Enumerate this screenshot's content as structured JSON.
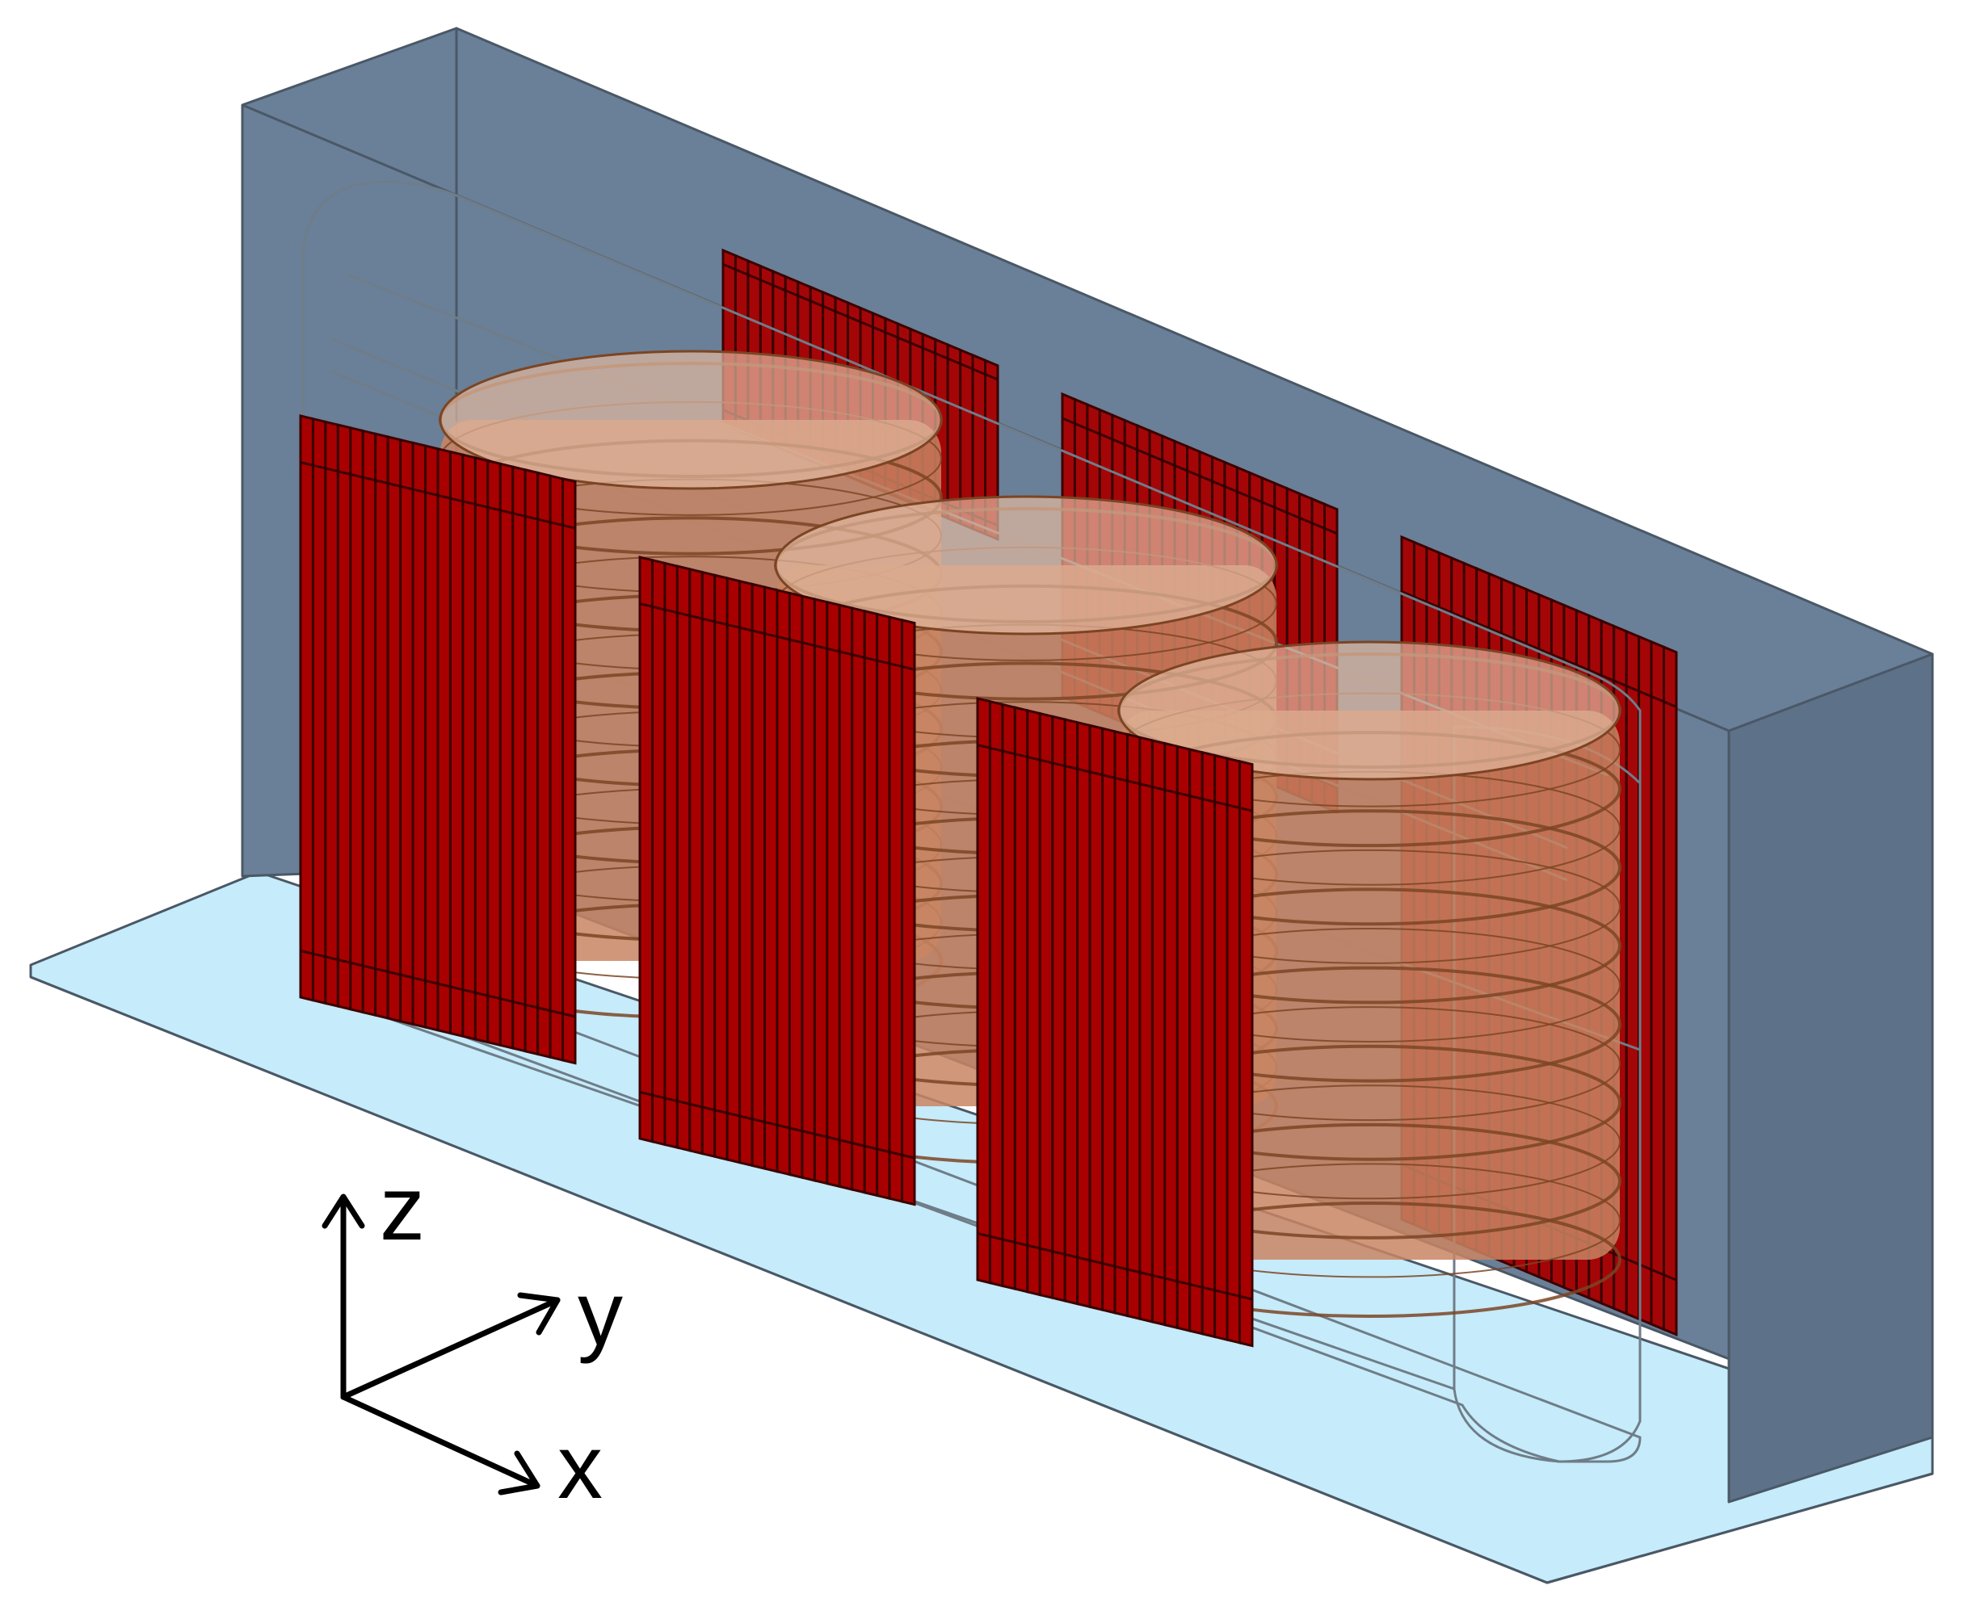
{
  "axes": {
    "z": "z",
    "y": "y",
    "x": "x"
  },
  "colors": {
    "tank_wall": "#6a7f98",
    "tank_side": "#5d7189",
    "tank_edge": "#4a5866",
    "base_plate": "#c6ebfa",
    "shield_bar": "#a80000",
    "shield_outline": "#3a0000",
    "winding": "#c98563",
    "winding_dark": "#7b4524",
    "core_glass": "#d3dde6",
    "axis_arrow": "#000000"
  },
  "elements": {
    "wall_shields": 3,
    "front_shields": 3,
    "windings": 3
  }
}
